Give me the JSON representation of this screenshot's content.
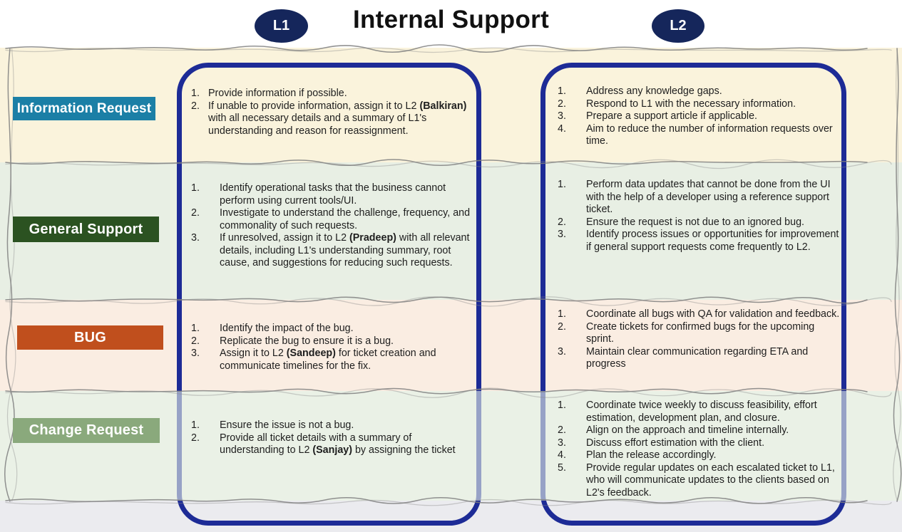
{
  "title": "Internal Support",
  "lanes": [
    {
      "badge": "L1"
    },
    {
      "badge": "L2"
    }
  ],
  "colors": {
    "lane_border": "#1D2B96",
    "badge_bg": "#15265B",
    "footer_bg": "#EBEBEF",
    "torn_edge_gray": "#7F7F7F",
    "text": "#1E1E1E"
  },
  "footer": {
    "bg": "#EBEBEF"
  },
  "rows": [
    {
      "label": "Information Request",
      "label_bg": "#1B7FA6",
      "band_bg": "#FAF3DC",
      "l1_steps": [
        "Provide information if possible.",
        "If unable to provide information, assign it to L2 **(Balkiran)** with all necessary details and a summary of L1's understanding and reason for reassignment."
      ],
      "l2_steps": [
        "Address any knowledge gaps.",
        "Respond to L1 with the necessary information.",
        "Prepare a support article if applicable.",
        "Aim to reduce the number of information requests over time."
      ]
    },
    {
      "label": "General Support",
      "label_bg": "#2B5221",
      "band_bg": "#E8EFE4",
      "l1_steps": [
        "Identify operational tasks that the business cannot perform using current tools/UI.",
        "Investigate to understand the challenge, frequency, and commonality of such requests.",
        "If unresolved, assign it to L2 **(Pradeep)** with all relevant details, including L1's understanding summary, root cause, and suggestions for reducing such requests."
      ],
      "l2_steps": [
        "Perform data updates that cannot be done from the UI with the help of a developer using a reference support ticket.",
        "Ensure the request is not due to an ignored bug.",
        "Identify process issues or opportunities for improvement if general support requests come frequently to L2."
      ]
    },
    {
      "label": "BUG",
      "label_bg": "#C04F1D",
      "band_bg": "#FAEDE2",
      "l1_steps": [
        "Identify the impact of the bug.",
        "Replicate the bug to ensure it is a bug.",
        "Assign it to L2 **(Sandeep)** for ticket creation and communicate timelines for the fix."
      ],
      "l2_steps": [
        "Coordinate all bugs with QA for validation and feedback.",
        "Create tickets for confirmed bugs for the upcoming sprint.",
        "Maintain clear communication regarding ETA and progress"
      ]
    },
    {
      "label": "Change Request",
      "label_bg": "#8AA97C",
      "band_bg": "#EAF1E6",
      "l1_steps": [
        "Ensure the issue is not a bug.",
        "Provide all ticket details with a summary of understanding to L2 **(Sanjay)** by assigning the ticket"
      ],
      "l2_steps": [
        "Coordinate twice weekly to discuss feasibility, effort estimation, development plan, and closure.",
        "Align on the approach and timeline internally.",
        "Discuss effort estimation with the client.",
        "Plan the release accordingly.",
        "Provide regular updates on each escalated ticket to L1, who will communicate updates to the clients based on L2's feedback."
      ]
    }
  ]
}
